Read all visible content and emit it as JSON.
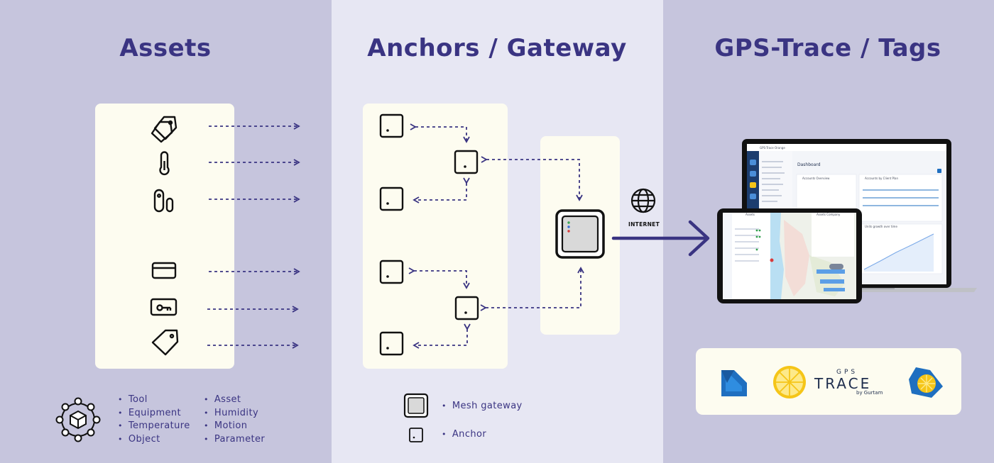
{
  "panels": {
    "assets": {
      "title": "Assets"
    },
    "anchors": {
      "title": "Anchors / Gateway"
    },
    "gps": {
      "title": "GPS-Trace / Tags"
    }
  },
  "asset_legend": {
    "col1": [
      "Tool",
      "Equipment",
      "Temperature",
      "Object"
    ],
    "col2": [
      "Asset",
      "Humidity",
      "Motion",
      "Parameter"
    ]
  },
  "anchor_legend": {
    "gateway": "Mesh gateway",
    "anchor": "Anchor"
  },
  "internet": {
    "label": "INTERNET"
  },
  "screens": {
    "laptop_app": "GPS-Trace Orange",
    "laptop_page": "Dashboard",
    "laptop_widget1": "Accounts Overview",
    "laptop_widget2": "Accounts by Client Plan",
    "laptop_widget3": "Units growth over time",
    "tablet_col1": "Assets",
    "tablet_col2": "Assets Company"
  },
  "logos": {
    "gps_small": "GPS",
    "trace": "TRACE",
    "by": "by Gurtam"
  },
  "colors": {
    "primary": "#3a3482",
    "panel_side": "#c6c5dd",
    "panel_mid": "#e7e7f3",
    "card": "#fdfcf0",
    "lemon": "#f5c518",
    "wialon_blue": "#1f6fc0"
  }
}
